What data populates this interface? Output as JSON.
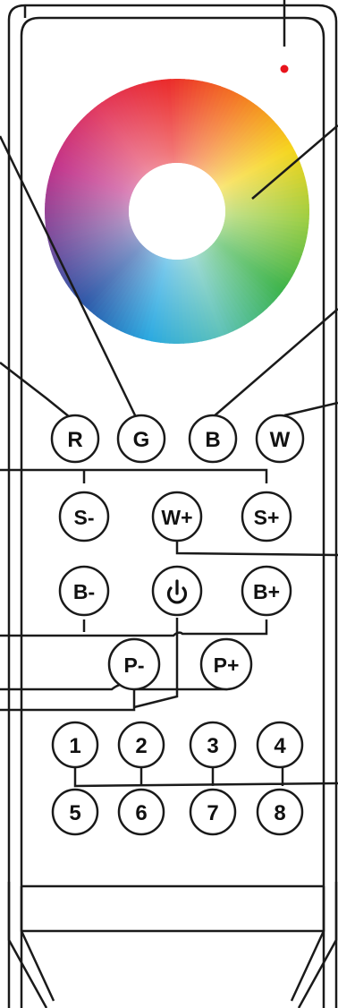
{
  "remote": {
    "led_color": "#e8141c",
    "body_stroke": "#1a1a1a",
    "color_wheel": {
      "hues": [
        "#ea2a2a",
        "#f47a22",
        "#f6d51c",
        "#9bcd43",
        "#3cb34a",
        "#5fc2b8",
        "#2aa9e0",
        "#2d58a8",
        "#7a4d9c",
        "#c2338a",
        "#e23a5e"
      ]
    }
  },
  "rgbw_buttons": [
    {
      "id": "r",
      "label": "R"
    },
    {
      "id": "g",
      "label": "G"
    },
    {
      "id": "b",
      "label": "B"
    },
    {
      "id": "w",
      "label": "W"
    }
  ],
  "control_buttons": [
    {
      "id": "s-minus",
      "label": "S-"
    },
    {
      "id": "w-plus",
      "label": "W+"
    },
    {
      "id": "s-plus",
      "label": "S+"
    },
    {
      "id": "b-minus",
      "label": "B-"
    },
    {
      "id": "b-plus",
      "label": "B+"
    },
    {
      "id": "p-minus",
      "label": "P-"
    },
    {
      "id": "p-plus",
      "label": "P+"
    }
  ],
  "power_button": {
    "icon": "power-icon"
  },
  "zone_buttons": [
    {
      "id": "1",
      "label": "1"
    },
    {
      "id": "2",
      "label": "2"
    },
    {
      "id": "3",
      "label": "3"
    },
    {
      "id": "4",
      "label": "4"
    },
    {
      "id": "5",
      "label": "5"
    },
    {
      "id": "6",
      "label": "6"
    },
    {
      "id": "7",
      "label": "7"
    },
    {
      "id": "8",
      "label": "8"
    }
  ]
}
